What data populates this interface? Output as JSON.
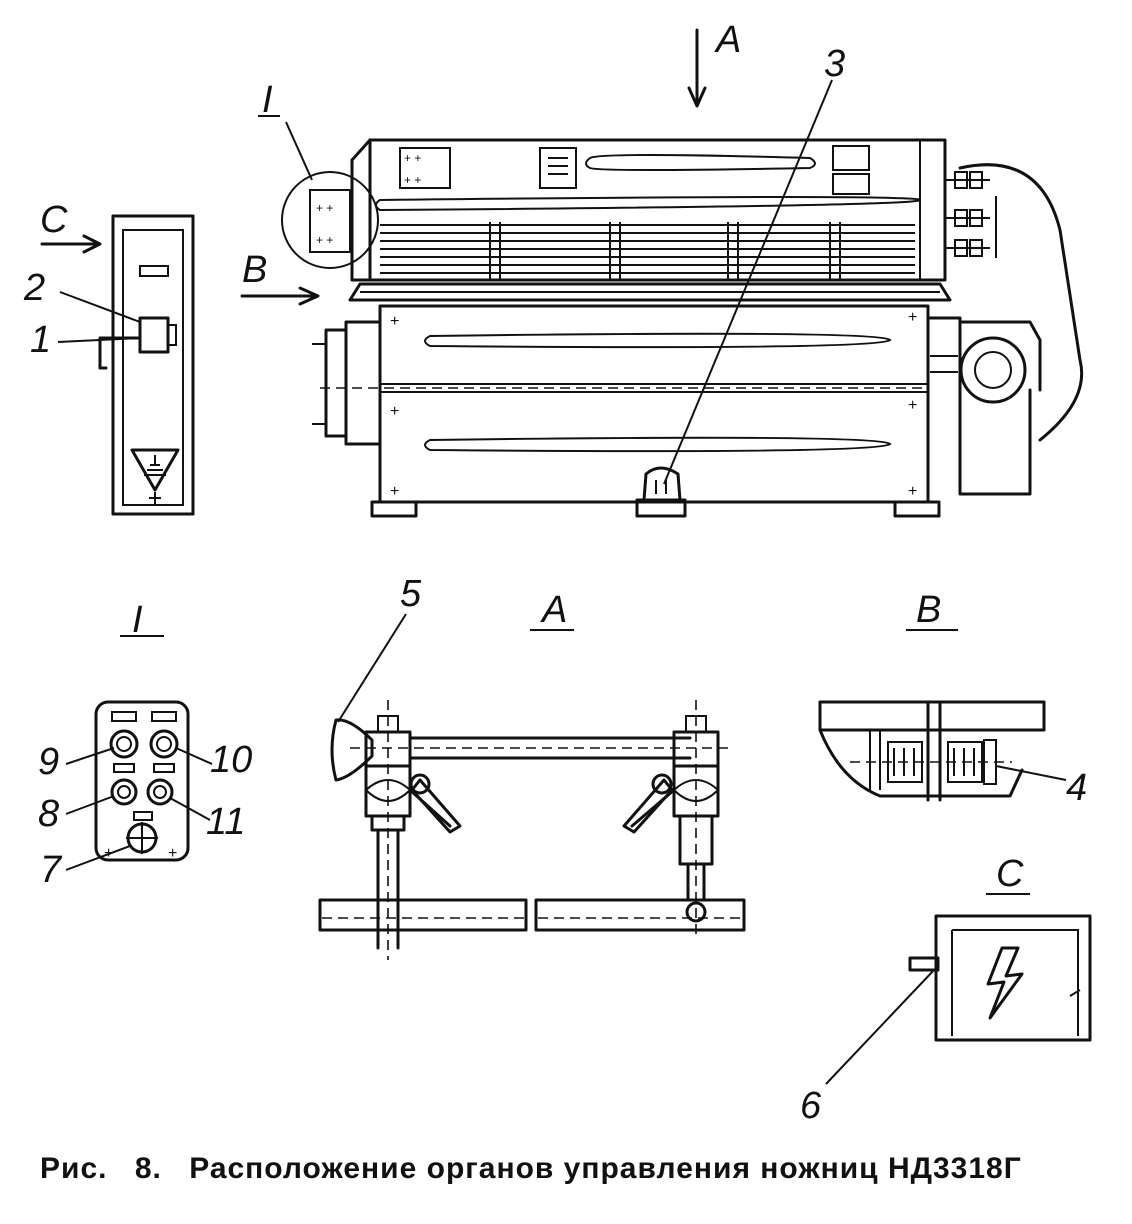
{
  "caption": {
    "prefix": "Рис.",
    "number": "8.",
    "text": "Расположение органов управления ножниц НД3318Г"
  },
  "labels": {
    "view_a_arrow": "A",
    "view_b_arrow": "B",
    "view_c_arrow": "C",
    "detail_i_mark": "I",
    "view_i_title": "I",
    "view_a_title": "A",
    "view_b_title": "B",
    "view_c_title": "C"
  },
  "callouts": [
    "1",
    "2",
    "3",
    "4",
    "5",
    "6",
    "7",
    "8",
    "9",
    "10",
    "11"
  ]
}
